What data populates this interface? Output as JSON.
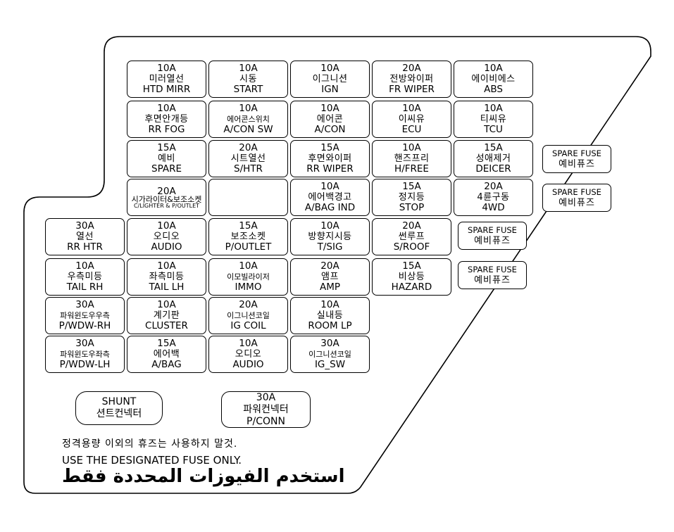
{
  "fuses": [
    {
      "rating": "10A",
      "kor": "미러열선",
      "eng": "HTD MIRR"
    },
    {
      "rating": "10A",
      "kor": "시동",
      "eng": "START"
    },
    {
      "rating": "10A",
      "kor": "이그니션",
      "eng": "IGN"
    },
    {
      "rating": "20A",
      "kor": "전방와이퍼",
      "eng": "FR WIPER"
    },
    {
      "rating": "10A",
      "kor": "에이비에스",
      "eng": "ABS"
    },
    {
      "rating": "10A",
      "kor": "후면안개등",
      "eng": "RR FOG"
    },
    {
      "rating": "10A",
      "kor": "에어콘스위치",
      "eng": "A/CON SW"
    },
    {
      "rating": "10A",
      "kor": "에어콘",
      "eng": "A/CON"
    },
    {
      "rating": "10A",
      "kor": "이씨유",
      "eng": "ECU"
    },
    {
      "rating": "10A",
      "kor": "티씨유",
      "eng": "TCU"
    },
    {
      "rating": "15A",
      "kor": "예비",
      "eng": "SPARE"
    },
    {
      "rating": "20A",
      "kor": "시트열선",
      "eng": "S/HTR"
    },
    {
      "rating": "15A",
      "kor": "후면와이퍼",
      "eng": "RR WIPER"
    },
    {
      "rating": "10A",
      "kor": "핸즈프리",
      "eng": "H/FREE"
    },
    {
      "rating": "15A",
      "kor": "성애제거",
      "eng": "DEICER"
    },
    {
      "rating": "20A",
      "kor": "시가라이터&보조소켓",
      "eng": "C/LIGHTER & P/OUTLET"
    },
    {
      "rating": "",
      "kor": "",
      "eng": ""
    },
    {
      "rating": "10A",
      "kor": "에어백경고",
      "eng": "A/BAG IND"
    },
    {
      "rating": "15A",
      "kor": "정지등",
      "eng": "STOP"
    },
    {
      "rating": "20A",
      "kor": "4륜구동",
      "eng": "4WD"
    },
    {
      "rating": "30A",
      "kor": "열선",
      "eng": "RR HTR"
    },
    {
      "rating": "10A",
      "kor": "오디오",
      "eng": "AUDIO"
    },
    {
      "rating": "15A",
      "kor": "보조소켓",
      "eng": "P/OUTLET"
    },
    {
      "rating": "10A",
      "kor": "방향지시등",
      "eng": "T/SIG"
    },
    {
      "rating": "20A",
      "kor": "썬루프",
      "eng": "S/ROOF"
    },
    {
      "rating": "10A",
      "kor": "우측미등",
      "eng": "TAIL  RH"
    },
    {
      "rating": "10A",
      "kor": "좌측미등",
      "eng": "TAIL  LH"
    },
    {
      "rating": "10A",
      "kor": "이모빌라이저",
      "eng": "IMMO"
    },
    {
      "rating": "20A",
      "kor": "앰프",
      "eng": "AMP"
    },
    {
      "rating": "15A",
      "kor": "비상등",
      "eng": "HAZARD"
    },
    {
      "rating": "30A",
      "kor": "파워윈도우우측",
      "eng": "P/WDW-RH"
    },
    {
      "rating": "10A",
      "kor": "계기판",
      "eng": "CLUSTER"
    },
    {
      "rating": "20A",
      "kor": "이그니션코일",
      "eng": "IG COIL"
    },
    {
      "rating": "10A",
      "kor": "실내등",
      "eng": "ROOM LP"
    },
    {
      "rating": "30A",
      "kor": "파워윈도우좌측",
      "eng": "P/WDW-LH"
    },
    {
      "rating": "15A",
      "kor": "에어백",
      "eng": "A/BAG"
    },
    {
      "rating": "10A",
      "kor": "오디오",
      "eng": "AUDIO"
    },
    {
      "rating": "30A",
      "kor": "이그니션코일",
      "eng": "IG_SW"
    }
  ],
  "spares": [
    {
      "eng": "SPARE FUSE",
      "kor": "예비퓨즈"
    },
    {
      "eng": "SPARE FUSE",
      "kor": "예비퓨즈"
    },
    {
      "eng": "SPARE FUSE",
      "kor": "예비퓨즈"
    },
    {
      "eng": "SPARE FUSE",
      "kor": "예비퓨즈"
    }
  ],
  "shunt": {
    "eng": "SHUNT",
    "kor": "션트컨넥터"
  },
  "power_connector": {
    "rating": "30A",
    "kor": "파워컨넥터",
    "eng": "P/CONN"
  },
  "notes": {
    "korean": "정격용량 이외의 휴즈는 사용하지 말것.",
    "english": "USE THE DESIGNATED FUSE ONLY.",
    "arabic": "استخدم الفيوزات المحددة فقط"
  }
}
